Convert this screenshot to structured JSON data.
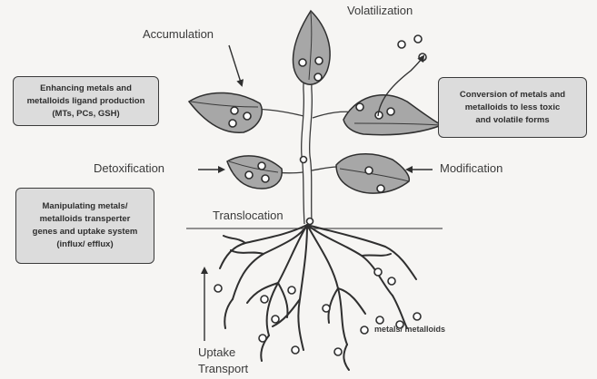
{
  "labels": {
    "volatilization": "Volatilization",
    "accumulation": "Accumulation",
    "detoxification": "Detoxification",
    "modification": "Modification",
    "translocation": "Translocation",
    "uptake_transport": [
      "Uptake",
      "Transport"
    ],
    "metals_metalloids": "metals/ metalloids"
  },
  "boxes": {
    "ligand": [
      "Enhancing metals and",
      "metalloids ligand production",
      "(MTs, PCs, GSH)"
    ],
    "conversion": [
      "Conversion of metals and",
      "metalloids to less toxic",
      "and volatile forms"
    ],
    "transporter": [
      "Manipulating metals/",
      "metalloids transperter",
      "genes and uptake system",
      "(influx/ efflux)"
    ]
  },
  "colors": {
    "leaf_fill": "#a7a7a7",
    "box_fill": "#dcdcdc",
    "line": "#3a3a3a",
    "root": "#2f2f2f"
  }
}
